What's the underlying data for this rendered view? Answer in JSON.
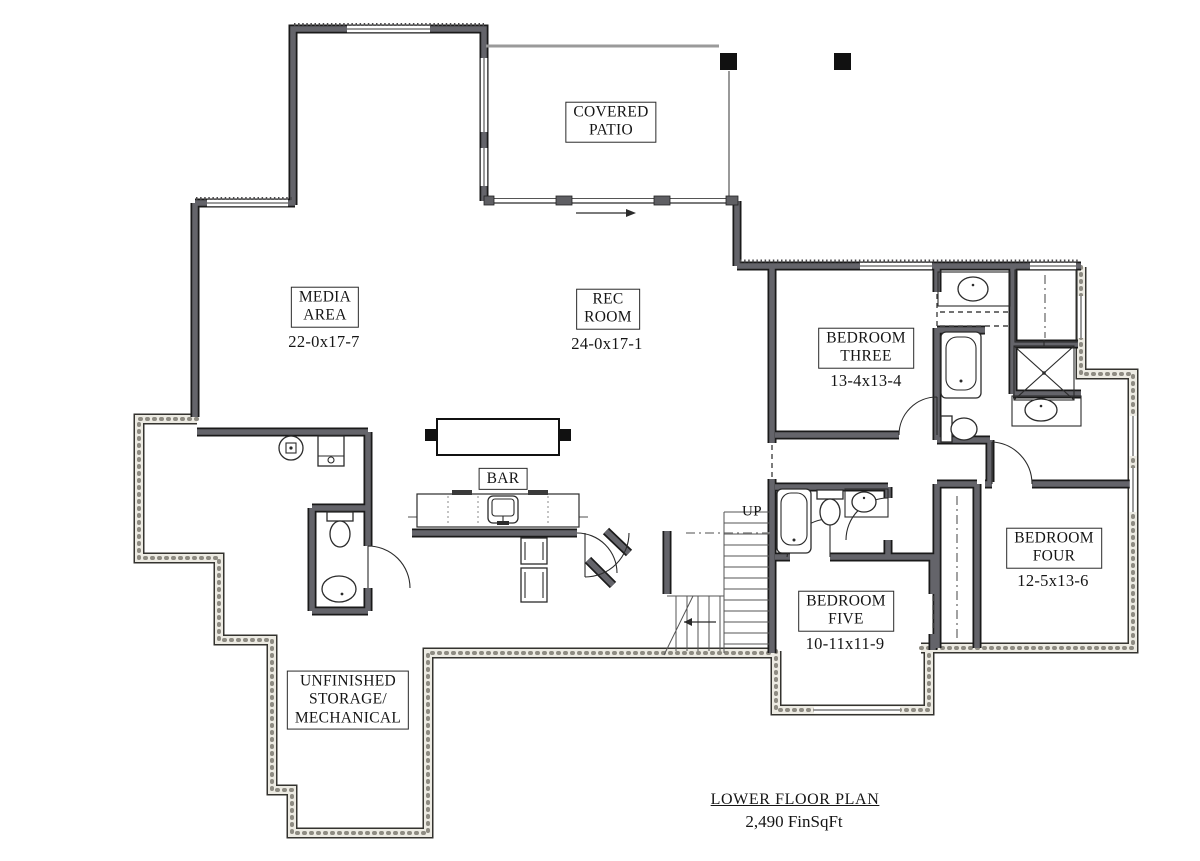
{
  "rooms": {
    "covered_patio": {
      "line1": "COVERED",
      "line2": "PATIO"
    },
    "media_area": {
      "line1": "MEDIA",
      "line2": "AREA",
      "dim": "22-0x17-7"
    },
    "rec_room": {
      "line1": "REC",
      "line2": "ROOM",
      "dim": "24-0x17-1"
    },
    "bedroom_three": {
      "line1": "BEDROOM",
      "line2": "THREE",
      "dim": "13-4x13-4"
    },
    "bedroom_four": {
      "line1": "BEDROOM",
      "line2": "FOUR",
      "dim": "12-5x13-6"
    },
    "bedroom_five": {
      "line1": "BEDROOM",
      "line2": "FIVE",
      "dim": "10-11x11-9"
    },
    "bar": {
      "line1": "BAR"
    },
    "storage": {
      "line1": "UNFINISHED",
      "line2": "STORAGE/",
      "line3": "MECHANICAL"
    }
  },
  "stairs": {
    "up_label": "UP"
  },
  "footer": {
    "title": "LOWER FLOOR PLAN",
    "area": "2,490 FinSqFt"
  },
  "colors": {
    "wall": "#64646a",
    "foundation": "#edebe3",
    "ink": "#1b1b1b",
    "background": "#ffffff"
  },
  "icons": {
    "bathtub": "bathtub-icon",
    "toilet": "toilet-icon",
    "sink": "sink-icon",
    "shower": "shower-icon",
    "bar_sink": "bar-sink-icon",
    "floor_drain": "floor-drain-icon",
    "support_post": "support-post-icon",
    "stairs_up": "stairs-up-icon",
    "stairs_down": "stairs-down-icon",
    "door": "door-arc-icon",
    "window": "window-icon"
  }
}
